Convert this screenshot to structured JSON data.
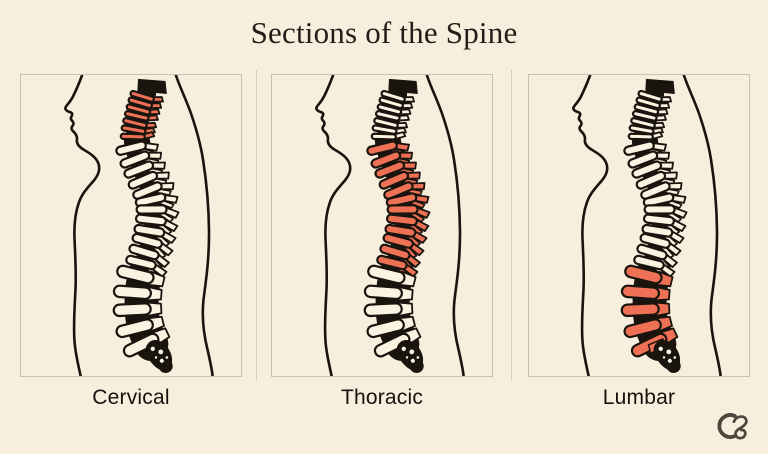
{
  "title": "Sections of the Spine",
  "panels": [
    {
      "label": "Cervical",
      "highlight": "cervical"
    },
    {
      "label": "Thoracic",
      "highlight": "thoracic"
    },
    {
      "label": "Lumbar",
      "highlight": "lumbar"
    }
  ],
  "spine": {
    "regions": [
      {
        "name": "cervical",
        "count": 7
      },
      {
        "name": "thoracic",
        "count": 12
      },
      {
        "name": "lumbar",
        "count": 5
      }
    ]
  },
  "colors": {
    "background": "#f8eedd",
    "panel_border": "#c9c2b3",
    "divider": "#d6cfc0",
    "ink": "#1a140e",
    "bone": "#fbf2e1",
    "highlight": "#ee7156",
    "title_text": "#221d18",
    "label_text": "#15110d",
    "logo": "#4d463c"
  },
  "logo": {
    "icon": "co-monogram-icon"
  }
}
